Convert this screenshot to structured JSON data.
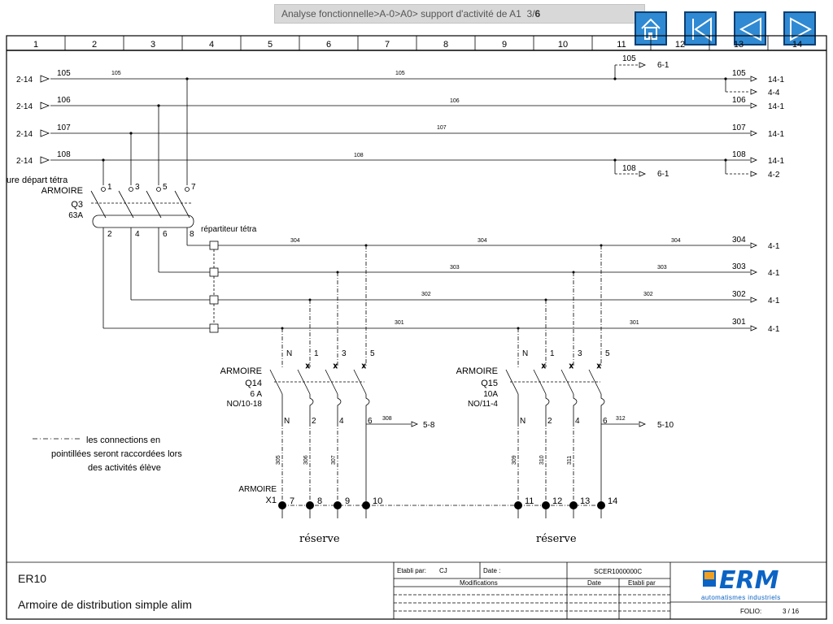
{
  "header": {
    "breadcrumb": "Analyse fonctionnelle>A-0>A0> support d'activité de A1",
    "page_current": "3",
    "page_total": "6"
  },
  "nav": {
    "home_icon": "home-icon",
    "first_icon": "skip-first-icon",
    "prev_icon": "triangle-left-icon",
    "next_icon": "triangle-right-icon",
    "button_color": "#2f8ad3"
  },
  "ruler": [
    "1",
    "2",
    "3",
    "4",
    "5",
    "6",
    "7",
    "8",
    "9",
    "10",
    "11",
    "12",
    "13",
    "14"
  ],
  "wires": {
    "w105": "105",
    "w106": "106",
    "w107": "107",
    "w108": "108",
    "w304": "304",
    "w303": "303",
    "w302": "302",
    "w301": "301",
    "w305": "305",
    "w306": "306",
    "w307": "307",
    "w308": "308",
    "w309": "309",
    "w310": "310",
    "w311": "311",
    "w312": "312"
  },
  "refs": {
    "in": "2-14",
    "r105a": "6-1",
    "r105b": "14-1",
    "r4_4": "4-4",
    "r106": "14-1",
    "r107": "14-1",
    "r108a": "14-1",
    "r108b": "4-2",
    "r108c": "6-1",
    "r304": "4-1",
    "r303": "4-1",
    "r302": "4-1",
    "r301": "4-1",
    "r308": "5-8",
    "r312": "5-10"
  },
  "q3": {
    "desc1": "ure départ tétra",
    "desc2": "ARMOIRE",
    "tag": "Q3",
    "rating": "63A",
    "top_terms": [
      "1",
      "3",
      "5",
      "7"
    ],
    "bot_terms": [
      "2",
      "4",
      "6",
      "8"
    ],
    "repartiteur": "répartiteur tétra"
  },
  "q14": {
    "loc": "ARMOIRE",
    "tag": "Q14",
    "rating": "6 A",
    "ref": "NO/10-18",
    "top_terms": [
      "N",
      "1",
      "3",
      "5"
    ],
    "bot_terms": [
      "N",
      "2",
      "4",
      "6"
    ]
  },
  "q15": {
    "loc": "ARMOIRE",
    "tag": "Q15",
    "rating": "10A",
    "ref": "NO/11-4",
    "top_terms": [
      "N",
      "1",
      "3",
      "5"
    ],
    "bot_terms": [
      "N",
      "2",
      "4",
      "6"
    ]
  },
  "x1": {
    "loc": "ARMOIRE",
    "tag": "X1",
    "terms": [
      "7",
      "8",
      "9",
      "10",
      "11",
      "12",
      "13",
      "14"
    ],
    "reserve_left": "réserve",
    "reserve_right": "réserve"
  },
  "note": {
    "line1": "les connections en",
    "line2": "pointillées seront raccordées lors",
    "line3": "des activités élève"
  },
  "titleblock": {
    "project": "ER10",
    "title": "Armoire de distribution simple alim",
    "etabli_label": "Etabli par:",
    "etabli_value": "CJ",
    "date_label": "Date :",
    "modifications": "Modifications",
    "col_date": "Date",
    "col_etabli": "Etabli par",
    "drawing_ref": "SCER1000000C",
    "logo_text": "ERM",
    "logo_sub": "automatismes industriels",
    "folio_label": "FOLIO:",
    "folio_value": "3 / 16",
    "logo_color": "#0b63c4",
    "logo_accent": "#f0a020"
  }
}
